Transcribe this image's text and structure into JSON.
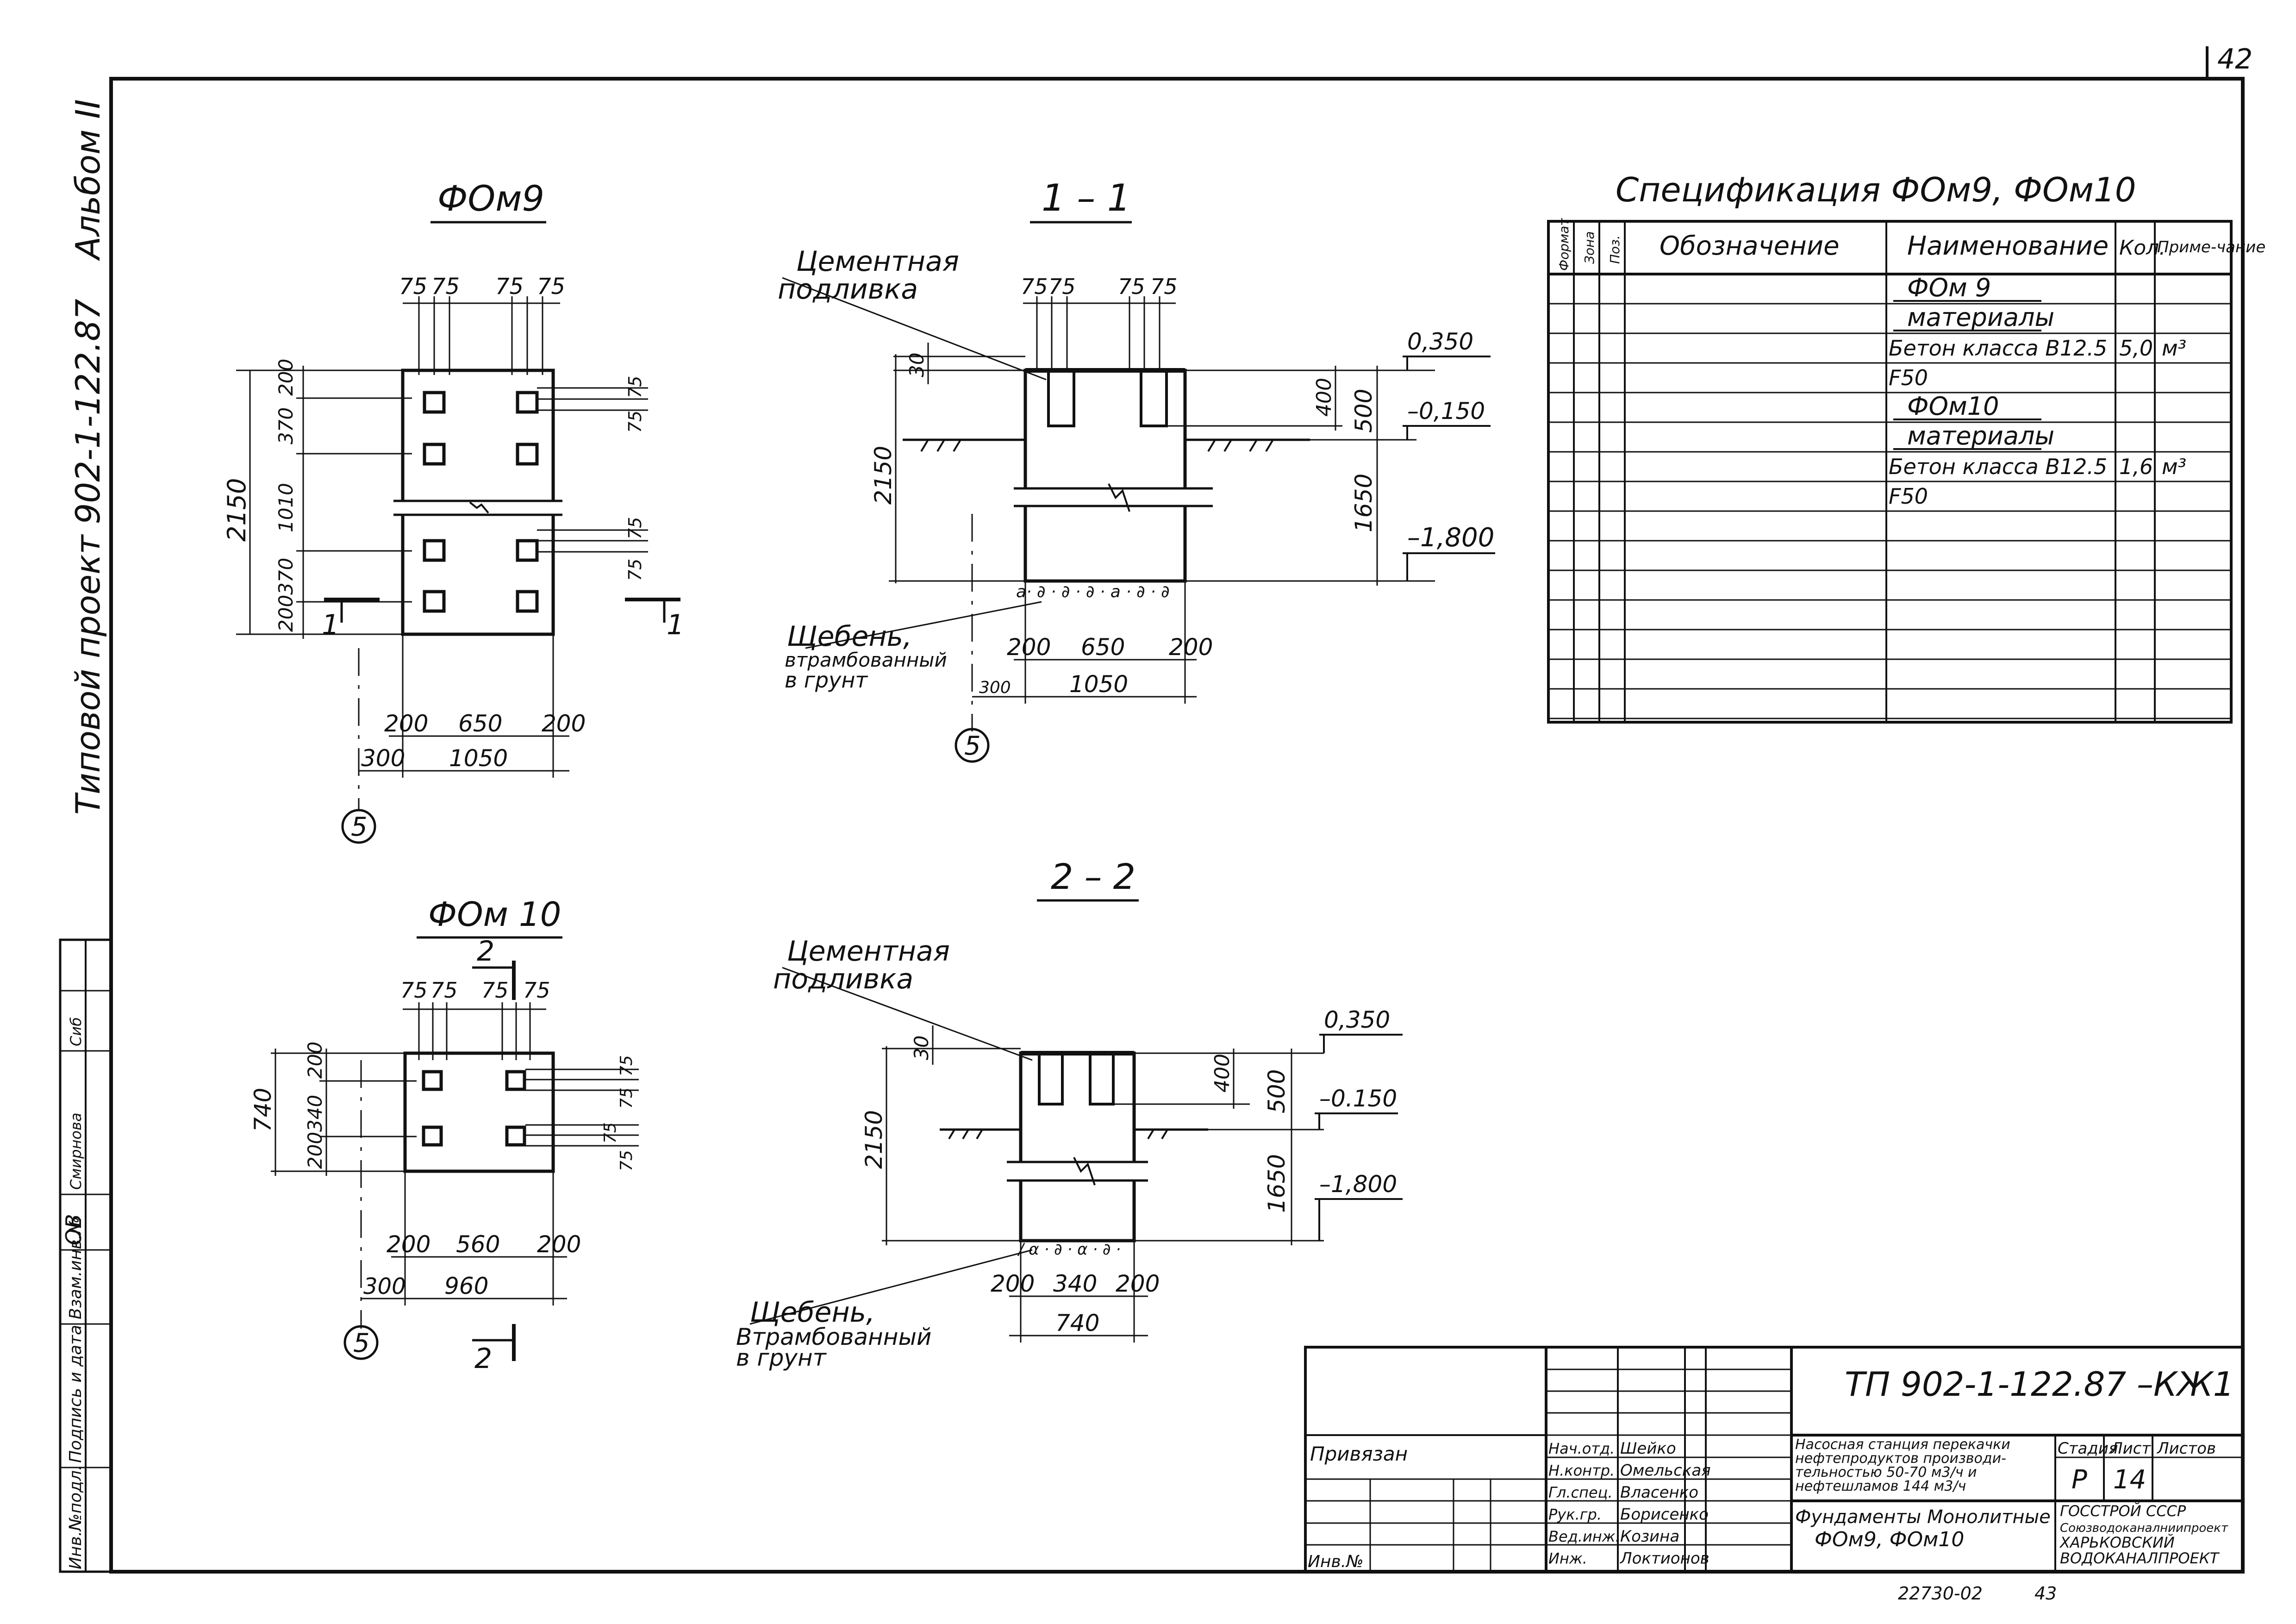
{
  "sheet": {
    "number": "42",
    "bottom_code": "22730-02",
    "bottom_page": "43"
  },
  "side_text": {
    "album": "Альбом II",
    "project": "Типовой проект 902-1-122.87"
  },
  "side_stamp": {
    "c1": "Инв.№подл.",
    "c2": "Подпись и дата",
    "c3": "Взам.инв.№",
    "v1": "ОВ",
    "v2": "Смирнова",
    "v3": "Сиб"
  },
  "plan9": {
    "title": "ФОм9",
    "top_dims": [
      "75",
      "75",
      "75",
      "75"
    ],
    "left_dims": [
      "200",
      "370",
      "1010",
      "370",
      "200"
    ],
    "total_h": "2150",
    "right_dims": [
      "75",
      "75",
      "75",
      "75"
    ],
    "bottom_dims": [
      "200",
      "650",
      "200"
    ],
    "bottom2": [
      "300",
      "1050"
    ],
    "cut": "1",
    "axis": "5"
  },
  "plan10": {
    "title": "ФОм 10",
    "top_dims": [
      "75",
      "75",
      "75",
      "75"
    ],
    "left_dims": [
      "200",
      "340",
      "200"
    ],
    "total_h": "740",
    "right_dims": [
      "75",
      "75",
      "75",
      "75"
    ],
    "bottom_dims": [
      "200",
      "560",
      "200"
    ],
    "bottom2": [
      "300",
      "960"
    ],
    "cut": "2",
    "axis": "5"
  },
  "sec11": {
    "title": "1 – 1",
    "callout_top": [
      "Цементная",
      "подливка"
    ],
    "callout_bottom": [
      "Щебень,",
      "втрамбованный",
      "в грунт"
    ],
    "top_dims": [
      "75",
      "75",
      "75",
      "75"
    ],
    "d30": "30",
    "d2150": "2150",
    "d400": "400",
    "d500": "500",
    "d1650": "1650",
    "lev1": "0,350",
    "lev2": "–0,150",
    "lev3": "–1,800",
    "bottom_dims": [
      "200",
      "650",
      "200"
    ],
    "bottom2": [
      "300",
      "1050"
    ],
    "axis": "5"
  },
  "sec22": {
    "title": "2 – 2",
    "callout_top": [
      "Цементная",
      "подливка"
    ],
    "callout_bottom": [
      "Щебень,",
      "Втрамбованный",
      "в грунт"
    ],
    "d30": "30",
    "d2150": "2150",
    "d400": "400",
    "d500": "500",
    "d1650": "1650",
    "lev1": "0,350",
    "lev2": "–0.150",
    "lev3": "–1,800",
    "bottom_dims": [
      "200",
      "340",
      "200"
    ],
    "bottom2": [
      "740"
    ]
  },
  "spec": {
    "title": "Спецификация  ФОм9, ФОм10",
    "headers": [
      "Формат",
      "Зона",
      "Поз.",
      "Обозначение",
      "Наименование",
      "Кол.",
      "Приме-чание"
    ],
    "rows": [
      {
        "name": "ФОм 9",
        "qty": "",
        "note": ""
      },
      {
        "name": "материалы",
        "qty": "",
        "note": ""
      },
      {
        "name": "Бетон класса В12.5",
        "qty": "5,0",
        "note": "м³"
      },
      {
        "name": "F50",
        "qty": "",
        "note": ""
      },
      {
        "name": "ФОм10",
        "qty": "",
        "note": ""
      },
      {
        "name": "материалы",
        "qty": "",
        "note": ""
      },
      {
        "name": "Бетон класса В12.5",
        "qty": "1,6",
        "note": "м³"
      },
      {
        "name": "F50",
        "qty": "",
        "note": ""
      }
    ]
  },
  "title_block": {
    "code": "ТП 902-1-122.87 –КЖ1",
    "privyazan": "Привязан",
    "inv": "Инв.№",
    "roles": [
      "Нач.отд.",
      "Н.контр.",
      "Гл.спец.",
      "Рук.гр.",
      "Вед.инж.",
      "Инж."
    ],
    "names": [
      "Шейко",
      "Омельская",
      "Власенко",
      "Борисенко",
      "Козина",
      "Локтионов"
    ],
    "object_lines": [
      "Насосная станция перекачки",
      "нефтепродуктов производи-",
      "тельностью 50-70 м3/ч и",
      "нефтешламов 144 м3/ч"
    ],
    "sheet_title": [
      "Фундаменты Монолитные",
      "ФОм9, ФОм10"
    ],
    "stage_h": "Стадия",
    "sheet_h": "Лист",
    "sheets_h": "Листов",
    "stage": "Р",
    "sheet": "14",
    "org": [
      "ГОССТРОЙ СССР",
      "Союзводоканалниипроект",
      "ХАРЬКОВСКИЙ",
      "ВОДОКАНАЛПРОЕКТ"
    ]
  }
}
